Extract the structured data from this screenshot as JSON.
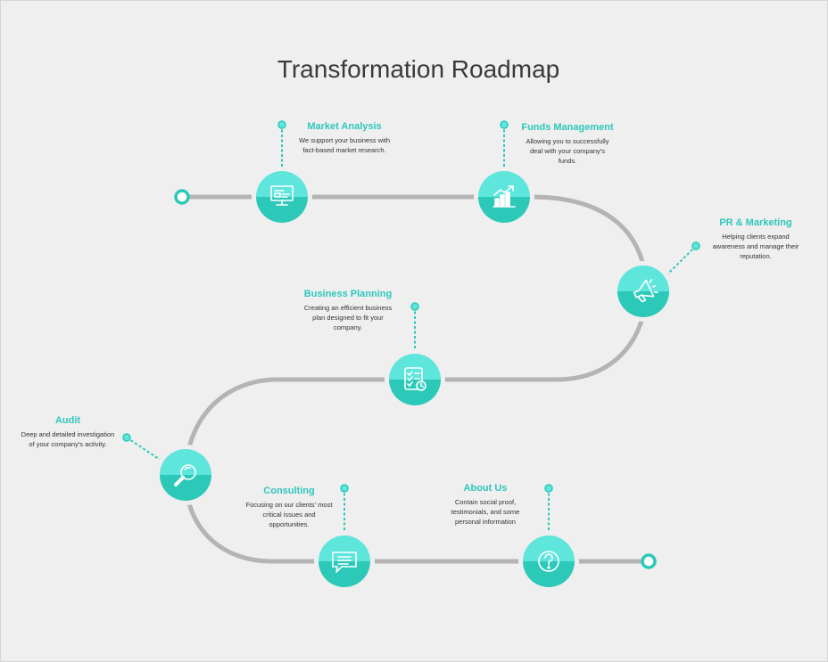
{
  "title": "Transformation Roadmap",
  "colors": {
    "accent": "#35d3c2",
    "accent_light": "#5ee6dc",
    "accent_dark": "#2cc9b8",
    "road": "#b4b4b4",
    "background": "#efefef"
  },
  "milestones": [
    {
      "title": "Market Analysis",
      "description": "We support your business with fact-based market research.",
      "icon": "monitor-presentation-icon"
    },
    {
      "title": "Funds Management",
      "description": "Allowing you to successfully deal with your company's funds.",
      "icon": "bar-chart-growth-icon"
    },
    {
      "title": "PR & Marketing",
      "description": "Helping clients expand awareness and manage their reputation.",
      "icon": "megaphone-icon"
    },
    {
      "title": "Business Planning",
      "description": "Creating an efficient business plan designed to fit your company.",
      "icon": "checklist-icon"
    },
    {
      "title": "Audit",
      "description": "Deep and detailed investigation of your company's activity.",
      "icon": "magnifier-icon"
    },
    {
      "title": "Consulting",
      "description": "Focusing on our clients' most critical issues and opportunities.",
      "icon": "chat-bubble-icon"
    },
    {
      "title": "About Us",
      "description": "Contain social proof, testimonials, and some personal information",
      "icon": "question-mark-icon"
    }
  ]
}
